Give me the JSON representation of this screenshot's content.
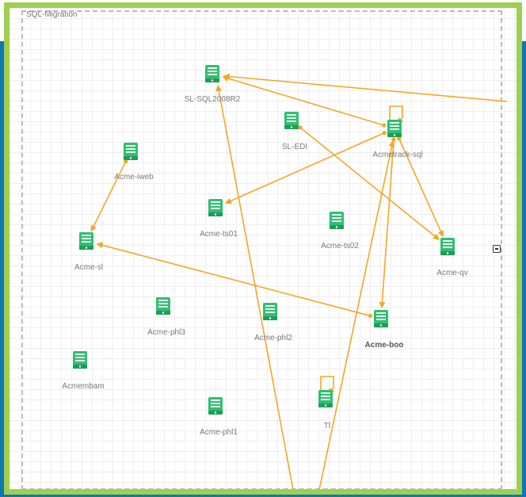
{
  "diagram": {
    "group_label": "SQL-Migration",
    "colors": {
      "edge": "#f5a623",
      "node_fill": "#2fbf71",
      "node_dark": "#1f9c57",
      "frame": "#9fcf52",
      "background": "#0e77ad"
    },
    "nodes": [
      {
        "id": "sl-sql2008r2",
        "label": "SL-SQL2008R2",
        "icon": "server-icon"
      },
      {
        "id": "sl-edi",
        "label": "SL-EDI",
        "icon": "server-icon"
      },
      {
        "id": "acmetrack-sql",
        "label": "Acmetrack-sql",
        "icon": "server-icon"
      },
      {
        "id": "acme-iweb",
        "label": "Acme-iweb",
        "icon": "server-icon"
      },
      {
        "id": "acme-ts01",
        "label": "Acme-ts01",
        "icon": "server-icon"
      },
      {
        "id": "acme-ts02",
        "label": "Acme-ts02",
        "icon": "server-icon"
      },
      {
        "id": "acme-sl",
        "label": "Acme-sl",
        "icon": "server-icon"
      },
      {
        "id": "acme-qv",
        "label": "Acme-qv",
        "icon": "server-icon"
      },
      {
        "id": "acme-phl3",
        "label": "Acme-phl3",
        "icon": "server-icon"
      },
      {
        "id": "acme-phl2",
        "label": "Acme-phl2",
        "icon": "server-icon"
      },
      {
        "id": "acme-boo",
        "label": "Acme-boo",
        "icon": "server-icon"
      },
      {
        "id": "acmembam",
        "label": "Acmembam",
        "icon": "server-icon"
      },
      {
        "id": "acme-phl1",
        "label": "Acme-phl1",
        "icon": "server-icon"
      },
      {
        "id": "tl",
        "label": "Tl",
        "icon": "server-icon"
      }
    ],
    "edges": [
      {
        "from": "acmetrack-sql",
        "to": "sl-sql2008r2"
      },
      {
        "from": "sl-edi",
        "to": "acme-qv"
      },
      {
        "from": "acmetrack-sql",
        "to": "acme-ts01"
      },
      {
        "from": "acmetrack-sql",
        "to": "acme-qv"
      },
      {
        "from": "acmetrack-sql",
        "to": "acme-boo"
      },
      {
        "from": "acme-iweb",
        "to": "acme-sl"
      },
      {
        "from": "acme-boo",
        "to": "acme-sl"
      },
      {
        "from": "acmetrack-sql",
        "to": "acmetrack-sql"
      },
      {
        "from": "tl",
        "to": "tl"
      }
    ]
  }
}
